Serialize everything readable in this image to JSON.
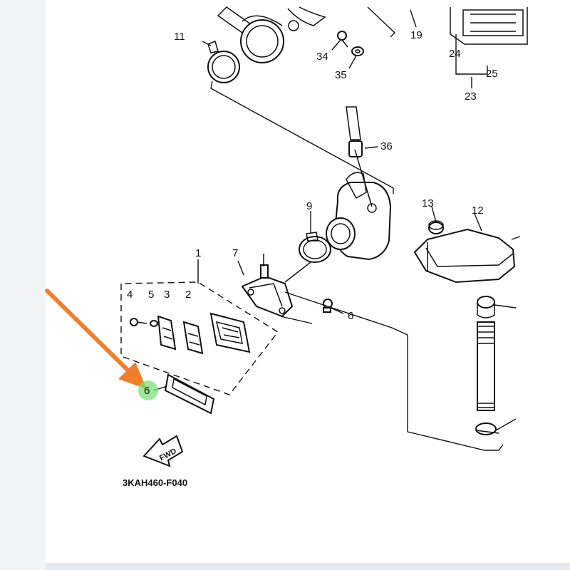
{
  "diagram": {
    "catalog_code": "3KAH460-F040",
    "fwd_label": "FWD",
    "callouts": {
      "c1": "1",
      "c2": "2",
      "c3": "3",
      "c4": "4",
      "c5": "5",
      "c6_lower": "6",
      "c6_right": "6",
      "c7": "7",
      "c9": "9",
      "c11": "11",
      "c12": "12",
      "c13": "13",
      "c19": "19",
      "c23": "23",
      "c24": "24",
      "c25": "25",
      "c34": "34",
      "c35": "35",
      "c36": "36"
    }
  },
  "annotation": {
    "arrow_color": "#f07f2c",
    "highlight_color": "#7ee07a"
  }
}
